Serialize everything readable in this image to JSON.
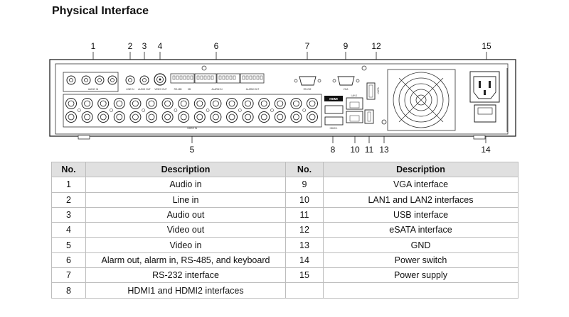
{
  "title": "Physical Interface",
  "callouts": [
    "1",
    "2",
    "3",
    "4",
    "5",
    "6",
    "7",
    "8",
    "9",
    "10",
    "11",
    "12",
    "13",
    "14",
    "15"
  ],
  "panel_labels": {
    "audio_in": "AUDIO IN",
    "line_in": "LINE IN",
    "audio_out": "AUDIO OUT",
    "video_out": "VIDEO OUT",
    "rs485": "RS-485",
    "kb": "KB",
    "alarm_in": "ALARM IN",
    "alarm_out": "ALARM OUT",
    "rs232": "RS-232",
    "vga": "VGA",
    "hdmi": "HDMI",
    "hdmi1": "HDMI 1",
    "lan1": "LAN 1",
    "esata": "eSATA",
    "video_in": "VIDEO IN"
  },
  "table": {
    "headers": [
      "No.",
      "Description",
      "No.",
      "Description"
    ],
    "rows": [
      {
        "no1": "1",
        "desc1": "Audio in",
        "no2": "9",
        "desc2": "VGA interface"
      },
      {
        "no1": "2",
        "desc1": "Line in",
        "no2": "10",
        "desc2": "LAN1 and LAN2 interfaces"
      },
      {
        "no1": "3",
        "desc1": "Audio out",
        "no2": "11",
        "desc2": "USB interface"
      },
      {
        "no1": "4",
        "desc1": "Video out",
        "no2": "12",
        "desc2": "eSATA interface"
      },
      {
        "no1": "5",
        "desc1": "Video in",
        "no2": "13",
        "desc2": "GND"
      },
      {
        "no1": "6",
        "desc1": "Alarm out, alarm in, RS-485, and keyboard",
        "no2": "14",
        "desc2": "Power switch"
      },
      {
        "no1": "7",
        "desc1": "RS-232 interface",
        "no2": "15",
        "desc2": "Power supply"
      },
      {
        "no1": "8",
        "desc1": "HDMI1 and HDMI2 interfaces",
        "no2": "",
        "desc2": ""
      }
    ]
  }
}
